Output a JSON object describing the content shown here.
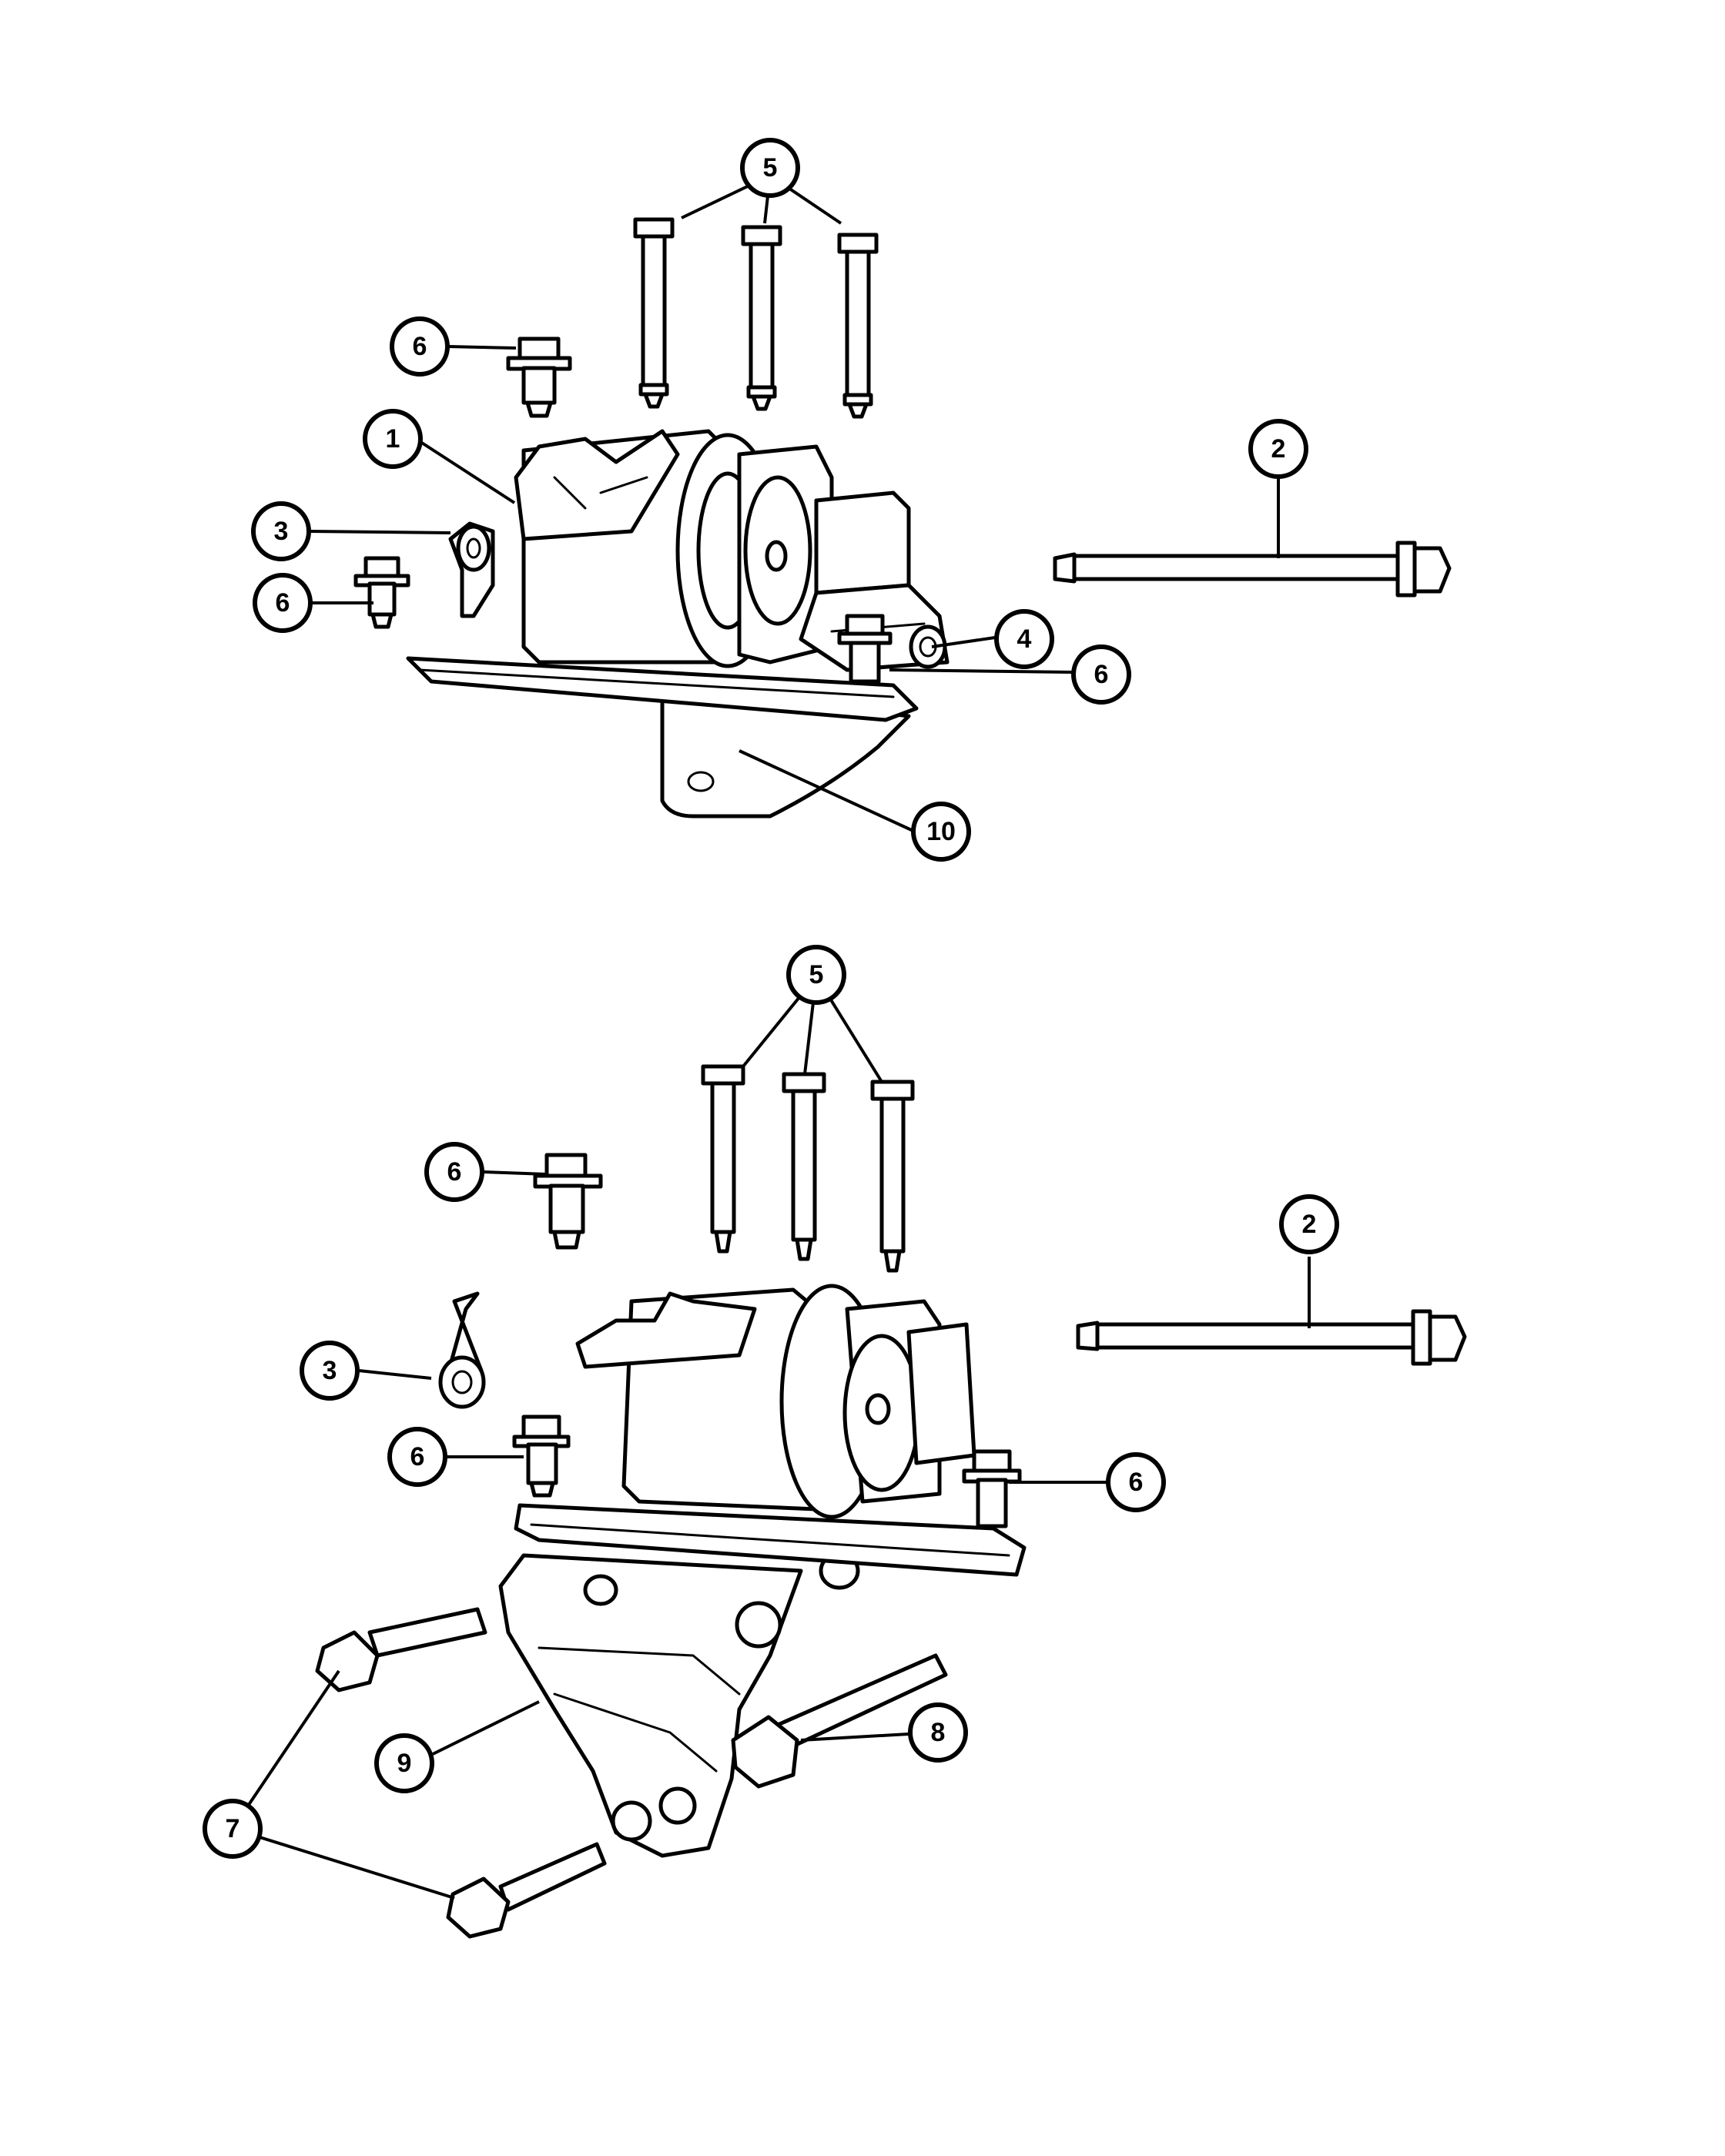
{
  "callouts": {
    "c5_top": "5",
    "c6_top_bolt": "6",
    "c1": "1",
    "c2_top": "2",
    "c3_top": "3",
    "c6_top_left": "6",
    "c4": "4",
    "c6_top_right": "6",
    "c10": "10",
    "c5_bottom": "5",
    "c6_bottom_bolt": "6",
    "c2_bottom": "2",
    "c3_bottom": "3",
    "c6_bottom_left": "6",
    "c6_bottom_right": "6",
    "c8": "8",
    "c9": "9",
    "c7": "7"
  }
}
